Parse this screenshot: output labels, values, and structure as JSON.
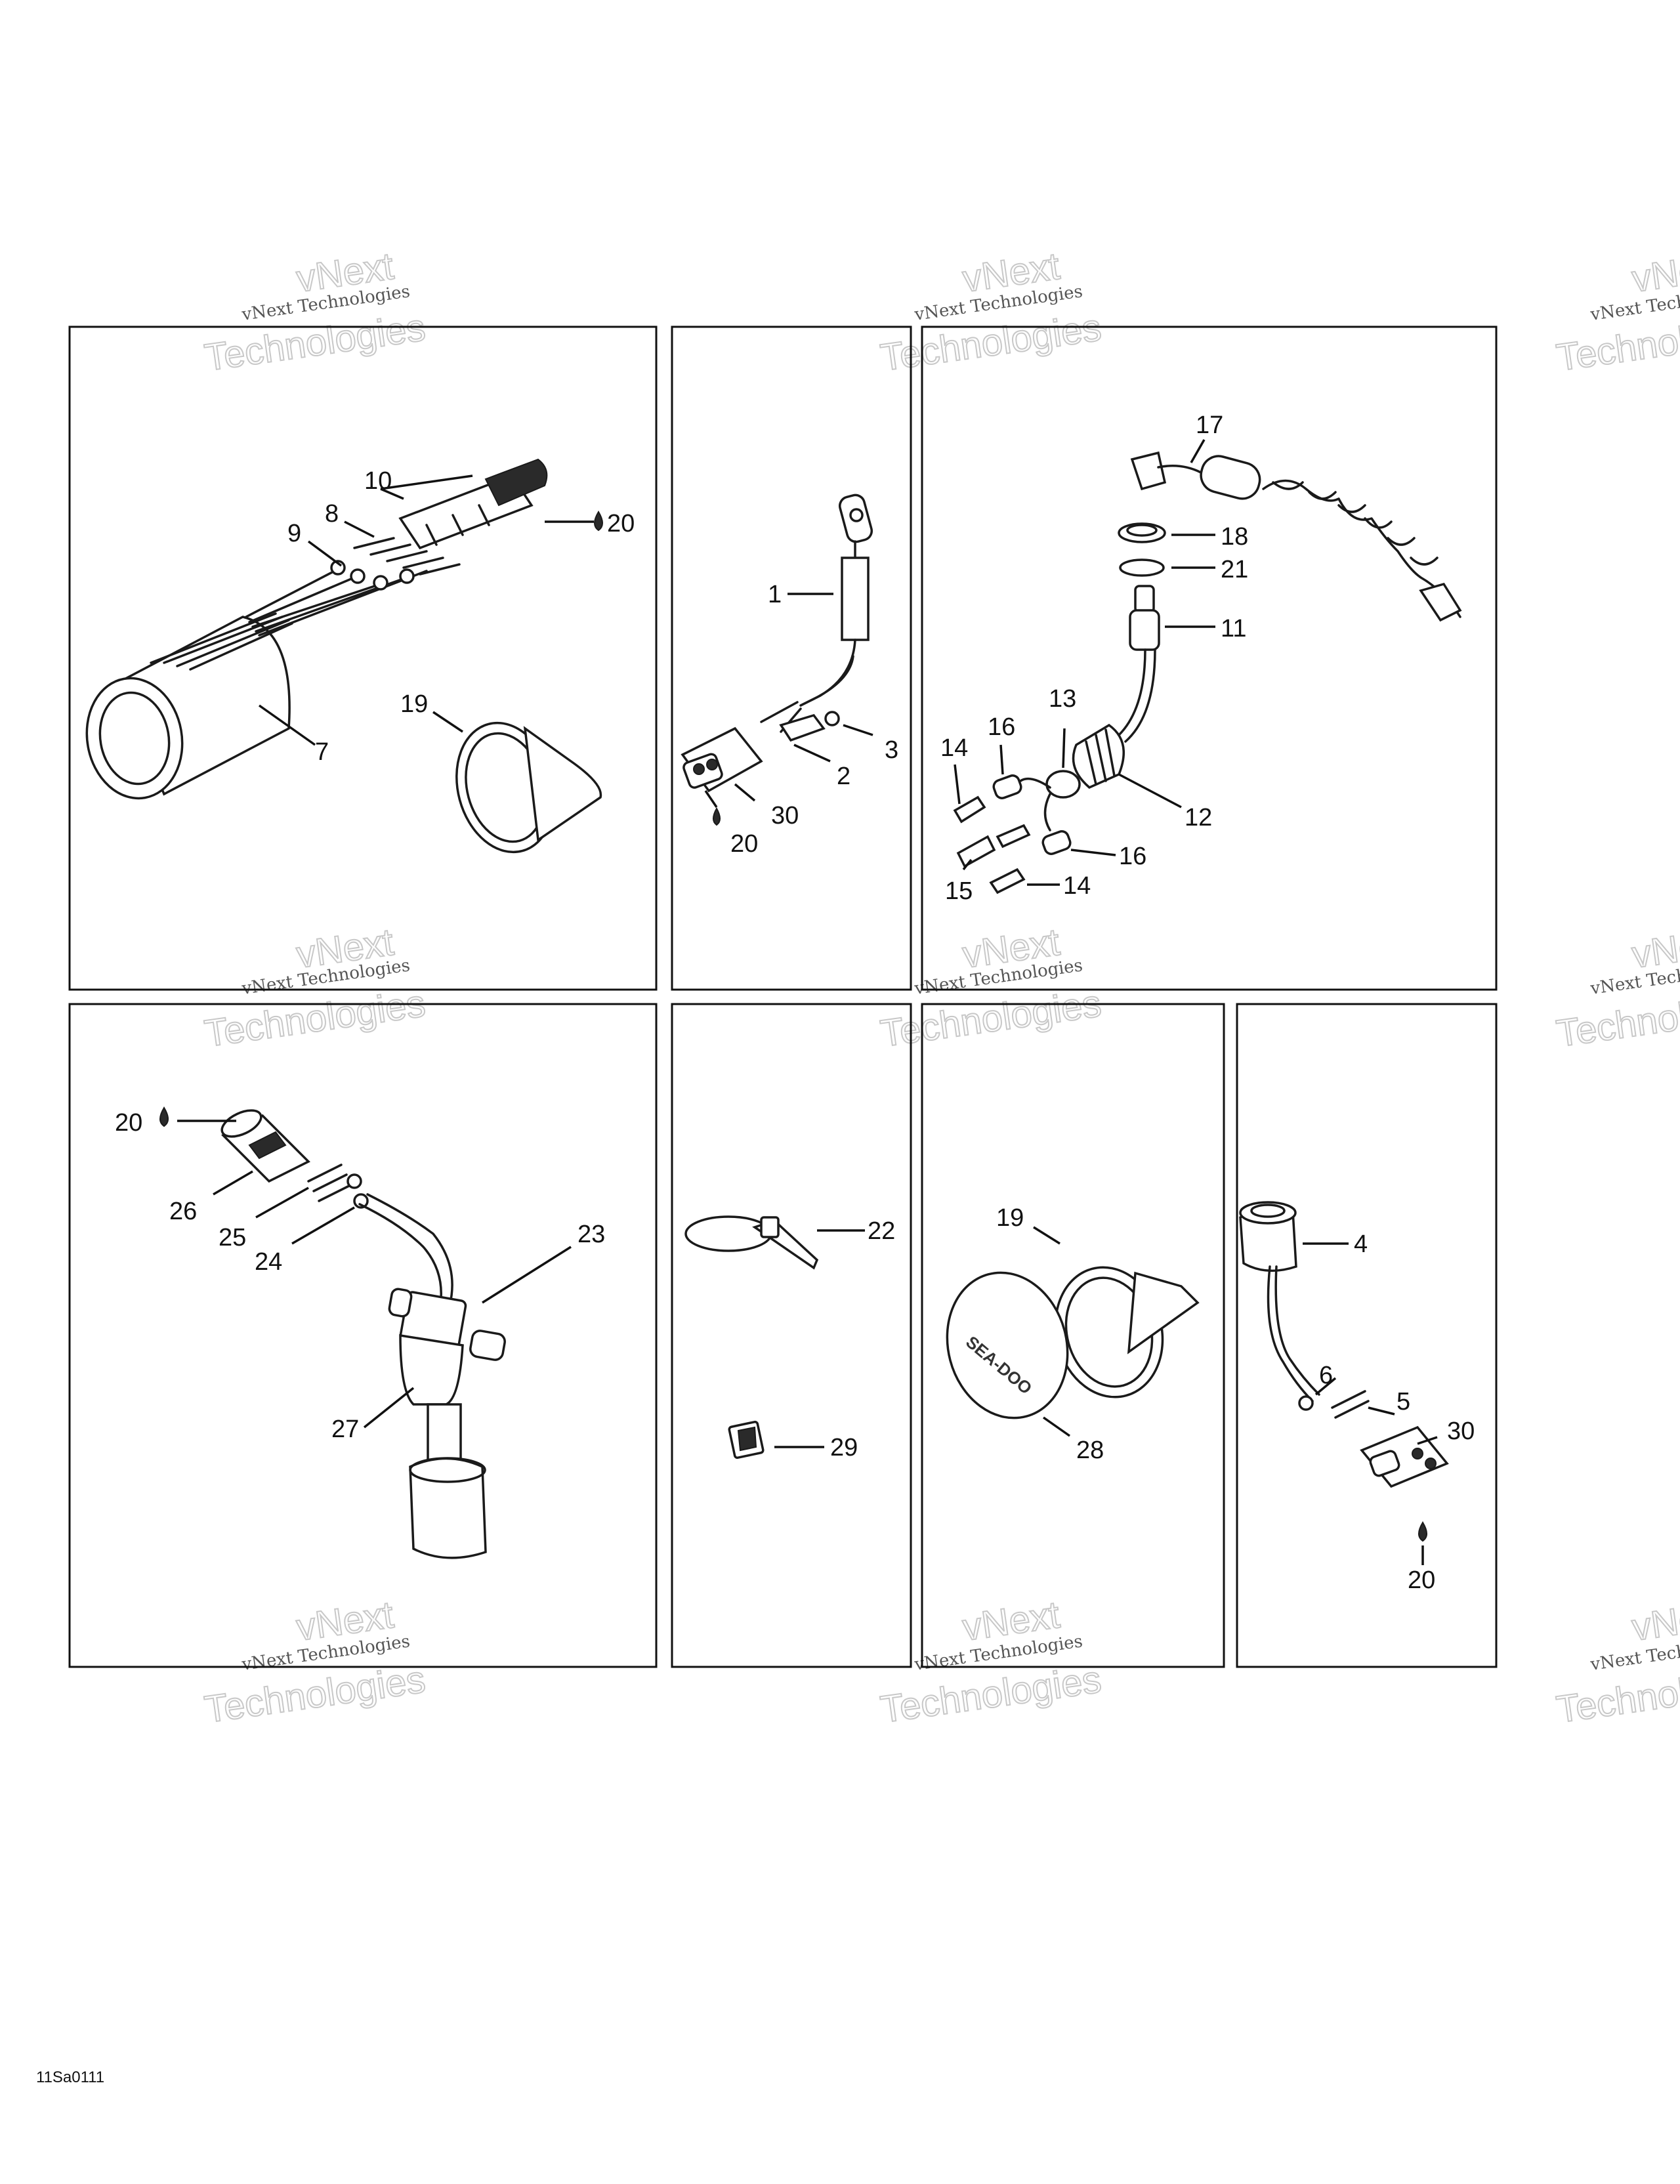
{
  "watermark": {
    "line1": "vNext",
    "line2": "vNext Technologies",
    "line3": "Technologies"
  },
  "figure_id": "11Sa0111",
  "cover_logo": "SEA-DOO",
  "panels": {
    "gauge": {
      "callouts": [
        "10",
        "8",
        "9",
        "20",
        "7",
        "19"
      ]
    },
    "sensor_lead": {
      "callouts": [
        "1",
        "3",
        "2",
        "30",
        "20"
      ]
    },
    "ignition_switch": {
      "callouts": [
        "17",
        "18",
        "21",
        "11",
        "13",
        "16",
        "14",
        "12",
        "15",
        "16",
        "14"
      ]
    },
    "fuel_sender": {
      "callouts": [
        "20",
        "26",
        "25",
        "24",
        "23",
        "27"
      ]
    },
    "ties": {
      "callouts": [
        "22",
        "29"
      ]
    },
    "cover": {
      "callouts": [
        "19",
        "28"
      ]
    },
    "temp_sensor": {
      "callouts": [
        "4",
        "6",
        "5",
        "30",
        "20"
      ]
    }
  }
}
